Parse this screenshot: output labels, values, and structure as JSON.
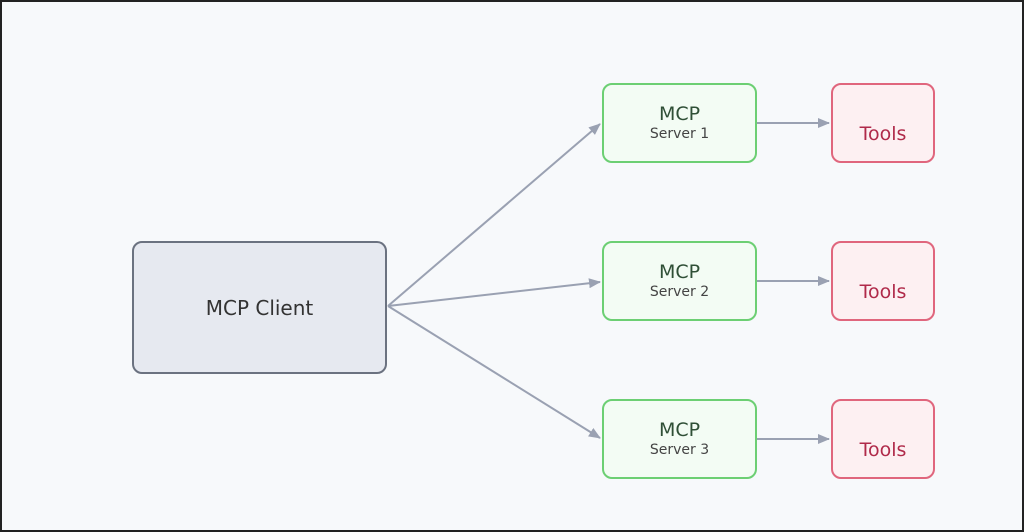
{
  "client": {
    "label": "MCP Client"
  },
  "servers": [
    {
      "title": "MCP",
      "subtitle": "Server 1"
    },
    {
      "title": "MCP",
      "subtitle": "Server 2"
    },
    {
      "title": "MCP",
      "subtitle": "Server 3"
    }
  ],
  "tools": [
    {
      "label": "Tools"
    },
    {
      "label": "Tools"
    },
    {
      "label": "Tools"
    }
  ],
  "colors": {
    "client_fill": "#e6e9f0",
    "client_border": "#6b7280",
    "server_fill": "#f3fcf4",
    "server_border": "#6ccf73",
    "tools_fill": "#fdf0f2",
    "tools_border": "#e0667d",
    "tools_text": "#b02a4a",
    "arrow": "#9aa1b2"
  }
}
